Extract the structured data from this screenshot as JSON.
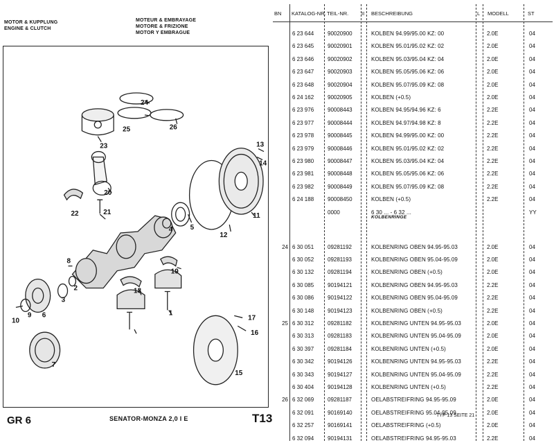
{
  "header": {
    "de": "MOTOR & KUPPLUNG",
    "en": "ENGINE & CLUTCH",
    "fr": "MOTEUR & EMBRAYAGE",
    "it": "MOTORE & FRIZIONE",
    "es": "MOTOR Y EMBRAGUE"
  },
  "footer": {
    "group": "GR 6",
    "model": "SENATOR-MONZA   2,0 I E",
    "plate": "T13",
    "page_note": "TYP 13  SEITE  21"
  },
  "diagram_labels": [
    "24",
    "25",
    "26",
    "23",
    "13",
    "14",
    "11",
    "20",
    "12",
    "5",
    "4",
    "22",
    "21",
    "3",
    "19",
    "2",
    "18",
    "8",
    "9",
    "1",
    "10",
    "6",
    "7",
    "17",
    "16",
    "15"
  ],
  "table": {
    "headers": {
      "bn": "BN",
      "katalog": "KATALOG-NR.",
      "teil": "TEIL-NR.",
      "flag": "II",
      "desc": "BESCHREIBUNG",
      "l": "L",
      "modell": "MODELL",
      "st": "ST"
    },
    "rows": [
      {
        "bn": "",
        "kat": "6 23 644",
        "teil": "90020900",
        "desc": "KOLBEN 94.99/95.00 KZ: 00",
        "mod": "2.0E",
        "st": "04"
      },
      {
        "bn": "",
        "kat": "6 23 645",
        "teil": "90020901",
        "desc": "KOLBEN 95.01/95.02 KZ: 02",
        "mod": "2.0E",
        "st": "04"
      },
      {
        "bn": "",
        "kat": "6 23 646",
        "teil": "90020902",
        "desc": "KOLBEN 95.03/95.04 KZ: 04",
        "mod": "2.0E",
        "st": "04"
      },
      {
        "bn": "",
        "kat": "6 23 647",
        "teil": "90020903",
        "desc": "KOLBEN 95.05/95.06 KZ: 06",
        "mod": "2.0E",
        "st": "04"
      },
      {
        "bn": "",
        "kat": "6 23 648",
        "teil": "90020904",
        "desc": "KOLBEN 95.07/95.09 KZ: 08",
        "mod": "2.0E",
        "st": "04"
      },
      {
        "bn": "",
        "kat": "6 24 162",
        "teil": "90020905",
        "desc": "KOLBEN (+0.5)",
        "mod": "2.0E",
        "st": "04"
      },
      {
        "bn": "",
        "kat": "6 23 976",
        "teil": "90008443",
        "desc": "KOLBEN 94.95/94.96 KZ: 6",
        "mod": "2.2E",
        "st": "04"
      },
      {
        "bn": "",
        "kat": "6 23 977",
        "teil": "90008444",
        "desc": "KOLBEN 94.97/94.98 KZ: 8",
        "mod": "2.2E",
        "st": "04"
      },
      {
        "bn": "",
        "kat": "6 23 978",
        "teil": "90008445",
        "desc": "KOLBEN 94.99/95.00 KZ: 00",
        "mod": "2.2E",
        "st": "04"
      },
      {
        "bn": "",
        "kat": "6 23 979",
        "teil": "90008446",
        "desc": "KOLBEN 95.01/95.02 KZ: 02",
        "mod": "2.2E",
        "st": "04"
      },
      {
        "bn": "",
        "kat": "6 23 980",
        "teil": "90008447",
        "desc": "KOLBEN 95.03/95.04 KZ: 04",
        "mod": "2.2E",
        "st": "04"
      },
      {
        "bn": "",
        "kat": "6 23 981",
        "teil": "90008448",
        "desc": "KOLBEN 95.05/95.06 KZ: 06",
        "mod": "2.2E",
        "st": "04"
      },
      {
        "bn": "",
        "kat": "6 23 982",
        "teil": "90008449",
        "desc": "KOLBEN 95.07/95.09 KZ: 08",
        "mod": "2.2E",
        "st": "04"
      },
      {
        "bn": "",
        "kat": "6 24 188",
        "teil": "90008450",
        "desc": "KOLBEN (+0.5)",
        "mod": "2.2E",
        "st": "04"
      },
      {
        "bn": "",
        "kat": "",
        "teil": "0000",
        "desc": "6 30 ... - 6 32 ...",
        "sub": "KOLBENRINGE",
        "mod": "",
        "st": "YY"
      },
      {
        "bn": "24",
        "kat": "6 30 051",
        "teil": "09281192",
        "desc": "KOLBENRING OBEN 94.95-95.03",
        "mod": "2.0E",
        "st": "04"
      },
      {
        "bn": "",
        "kat": "6 30 052",
        "teil": "09281193",
        "desc": "KOLBENRING OBEN 95.04-95.09",
        "mod": "2.0E",
        "st": "04"
      },
      {
        "bn": "",
        "kat": "6 30 132",
        "teil": "09281194",
        "desc": "KOLBENRING OBEN (+0.5)",
        "mod": "2.0E",
        "st": "04"
      },
      {
        "bn": "",
        "kat": "6 30 085",
        "teil": "90194121",
        "desc": "KOLBENRING OBEN 94.95-95.03",
        "mod": "2.2E",
        "st": "04"
      },
      {
        "bn": "",
        "kat": "6 30 086",
        "teil": "90194122",
        "desc": "KOLBENRING OBEN 95.04-95.09",
        "mod": "2.2E",
        "st": "04"
      },
      {
        "bn": "",
        "kat": "6 30 148",
        "teil": "90194123",
        "desc": "KOLBENRING OBEN (+0.5)",
        "mod": "2.2E",
        "st": "04"
      },
      {
        "bn": "25",
        "kat": "6 30 312",
        "teil": "09281182",
        "desc": "KOLBENRING UNTEN 94.95-95.03",
        "mod": "2.0E",
        "st": "04"
      },
      {
        "bn": "",
        "kat": "6 30 313",
        "teil": "09281183",
        "desc": "KOLBENRING UNTEN 95.04-95.09",
        "mod": "2.0E",
        "st": "04"
      },
      {
        "bn": "",
        "kat": "6 30 397",
        "teil": "09281184",
        "desc": "KOLBENRING UNTEN (+0.5)",
        "mod": "2.0E",
        "st": "04"
      },
      {
        "bn": "",
        "kat": "6 30 342",
        "teil": "90194126",
        "desc": "KOLBENRING UNTEN 94.95-95.03",
        "mod": "2.2E",
        "st": "04"
      },
      {
        "bn": "",
        "kat": "6 30 343",
        "teil": "90194127",
        "desc": "KOLBENRING UNTEN 95.04-95.09",
        "mod": "2.2E",
        "st": "04"
      },
      {
        "bn": "",
        "kat": "6 30 404",
        "teil": "90194128",
        "desc": "KOLBENRING UNTEN (+0.5)",
        "mod": "2.2E",
        "st": "04"
      },
      {
        "bn": "26",
        "kat": "6 32 069",
        "teil": "09281187",
        "desc": "OELABSTREIFRING 94.95-95.09",
        "mod": "2.0E",
        "st": "04"
      },
      {
        "bn": "",
        "kat": "6 32 091",
        "teil": "90169140",
        "desc": "OELABSTREIFRING 95.04-95.09",
        "mod": "2.0E",
        "st": "04"
      },
      {
        "bn": "",
        "kat": "6 32 257",
        "teil": "90169141",
        "desc": "OELABSTREIFRING (+0.5)",
        "mod": "2.0E",
        "st": "04"
      },
      {
        "bn": "",
        "kat": "6 32 094",
        "teil": "90194131",
        "desc": "OELABSTREIFRING 94.95-95.03",
        "mod": "2.2E",
        "st": "04"
      }
    ]
  }
}
